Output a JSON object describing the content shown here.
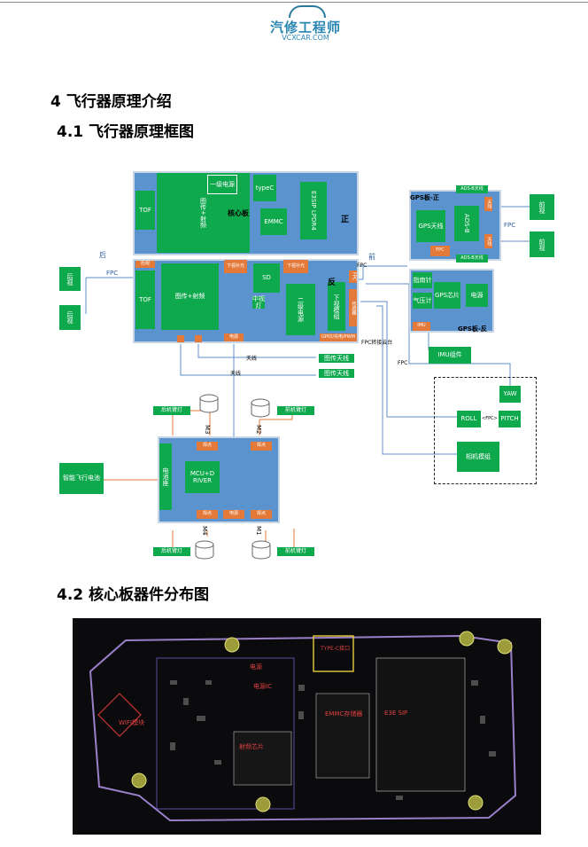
{
  "header": {
    "logo_cn": "汽修工程师",
    "logo_en": "VCXCAR.COM"
  },
  "headings": {
    "h1": "4   飞行器原理介绍",
    "h2a": "4.1  飞行器原理框图",
    "h2b": "4.2  核心板器件分布图"
  },
  "diagram": {
    "core_front": {
      "label": "核心板",
      "side": "正",
      "tof": "TOF",
      "imgtx": "图传+射频",
      "pwr1": "一级电源",
      "typec": "typeC",
      "emmc": "EMMC",
      "soc": "E3SIP LPDR4"
    },
    "core_back": {
      "side": "反",
      "tof": "TOF",
      "imgtx": "图传+射频",
      "sd": "SD",
      "pwr2": "二级电源",
      "lower_vision": "下视模组",
      "lower_fill": "下视补光",
      "front_fill": "下视补光",
      "rear_pill": "后视",
      "pwr_pill": "电源",
      "fpc_pill": "FPC",
      "sensor": "传感器",
      "small": "中视灯",
      "gpio": "GPIO/充电/PWM"
    },
    "gps_front": {
      "title": "GPS板-正",
      "ant": "GPS天线",
      "ads": "ADS-B",
      "fpc": "FPC",
      "ads_ant_top": "ADS-B天线",
      "ads_ant_bot": "ADS-B天线",
      "ant_small": "天线"
    },
    "gps_back": {
      "title": "GPS板-反",
      "compass": "指南针",
      "baro": "气压计",
      "chip": "GPS芯片",
      "pwr": "电源",
      "imu": "IMU"
    },
    "imu": "IMU组件",
    "gimbal": {
      "yaw": "YAW",
      "roll": "ROLL",
      "pitch": "PITCH",
      "fpc": "<FPC>",
      "camera": "相机模组"
    },
    "front_vision_top": "前视",
    "front_vision_bot": "前视",
    "rear_vision_top": "后视",
    "rear_vision_bot": "后视",
    "label_rear": "后",
    "label_front": "前",
    "label_fpc1": "FPC",
    "label_fpc2": "FPC",
    "label_fpc3": "FPC",
    "label_fpc4": "FPC",
    "label_fpc_gimbal": "FPC转接云台",
    "antenna1": "图传天线",
    "antenna2": "图传天线",
    "ant_lbl1": "天线",
    "ant_lbl2": "天线",
    "esc": {
      "battery_port": "电池座",
      "mcu": "MCU+D RIVER",
      "solder_tl": "焊点",
      "solder_tr": "焊点",
      "solder_bl": "焊点",
      "solder_br": "焊点",
      "power": "电源"
    },
    "battery": "智能飞行电池",
    "arm_rear_top": "后机臂灯",
    "arm_front_top": "前机臂灯",
    "arm_rear_bot": "后机臂灯",
    "arm_front_bot": "前机臂灯",
    "m3": "M3",
    "m2": "M2",
    "m4": "M4",
    "m1": "M1"
  },
  "pcb": {
    "labels": [
      "WIFI模块",
      "EMMC存储器",
      "E3E SIP",
      "射频芯片",
      "电源",
      "电源IC",
      "TYPE-C接口"
    ]
  },
  "colors": {
    "blue": "#5b93cf",
    "green": "#0ea84d",
    "orange": "#e47a3a",
    "line": "#5b8fc9"
  }
}
